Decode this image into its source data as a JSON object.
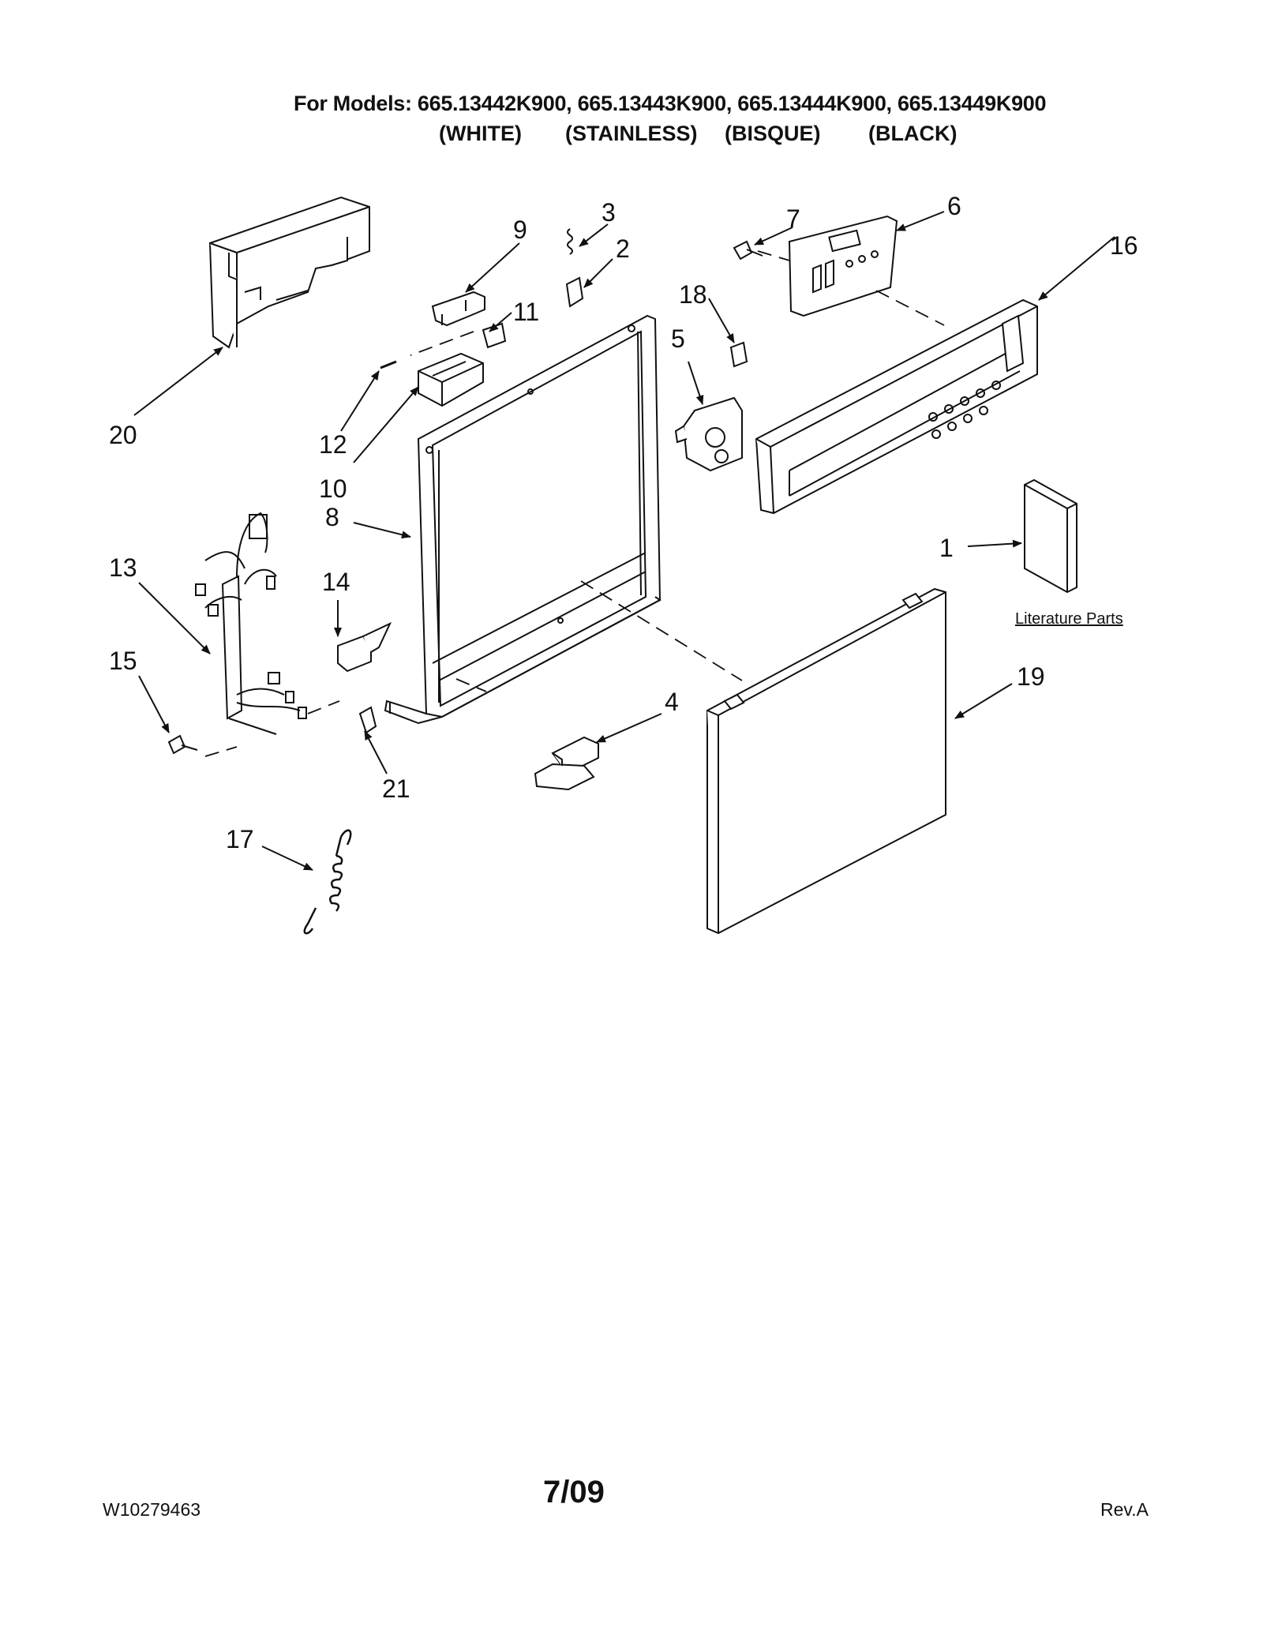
{
  "header": {
    "models_line": "For Models: 665.13442K900, 665.13443K900, 665.13444K900, 665.13449K900",
    "variants": [
      "(WHITE)",
      "(STAINLESS)",
      "(BISQUE)",
      "(BLACK)"
    ]
  },
  "callouts": [
    "1",
    "2",
    "3",
    "4",
    "5",
    "6",
    "7",
    "8",
    "9",
    "10",
    "11",
    "12",
    "13",
    "14",
    "15",
    "16",
    "17",
    "18",
    "19",
    "20",
    "21"
  ],
  "literature_label": "Literature Parts",
  "footer": {
    "date": "7/09",
    "doc_id": "W10279463",
    "revision": "Rev.A"
  }
}
